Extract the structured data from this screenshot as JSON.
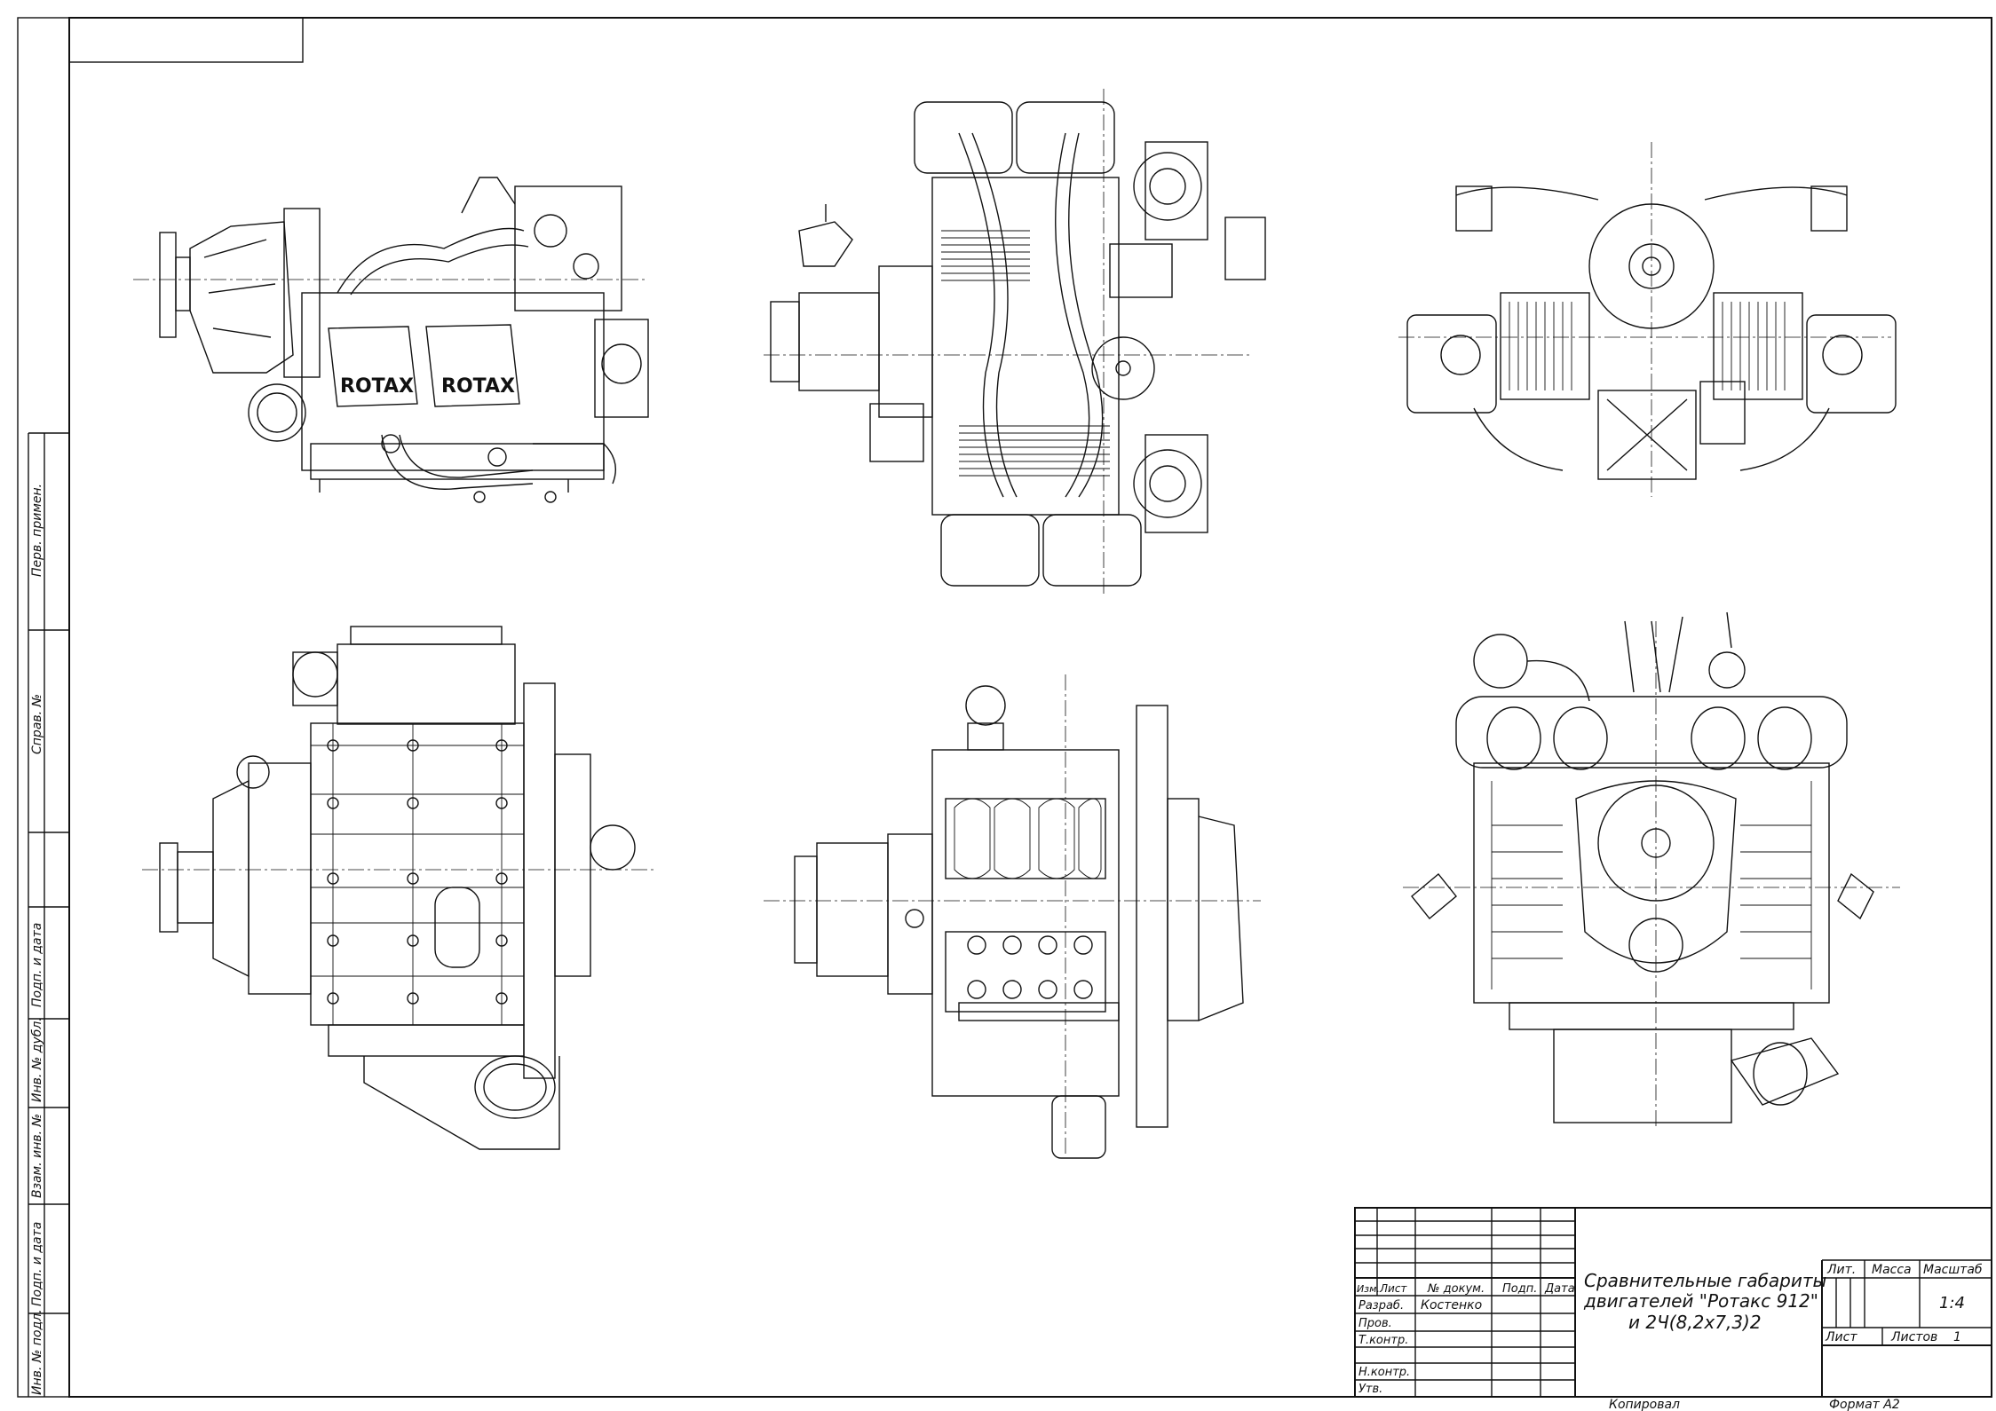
{
  "sheet": {
    "format": "Формат А2",
    "copied": "Копировал"
  },
  "side_strip": {
    "labels": [
      "Перв. примен.",
      "Справ. №",
      "Подп. и дата",
      "Инв. № дубл.",
      "Взам. инв. №",
      "Подп. и дата",
      "Инв. № подл."
    ]
  },
  "engines": {
    "top_left": {
      "labels": [
        "ROTAX",
        "ROTAX"
      ]
    }
  },
  "title_block": {
    "title_lines": [
      "Сравнительные габариты",
      "двигателей \"Ротакс 912\"",
      "и 2Ч(8,2х7,3)2"
    ],
    "col_headers": [
      "Изм.",
      "Лист",
      "№ докум.",
      "Подп.",
      "Дата"
    ],
    "roles": [
      "Разраб.",
      "Пров.",
      "Т.контр.",
      "",
      "Н.контр.",
      "Утв."
    ],
    "developer": "Костенко",
    "lit_label": "Лит.",
    "mass_label": "Масса",
    "scale_label": "Масштаб",
    "scale_value": "1:4",
    "sheet_label": "Лист",
    "sheets_label": "Листов",
    "sheets_value": "1"
  }
}
